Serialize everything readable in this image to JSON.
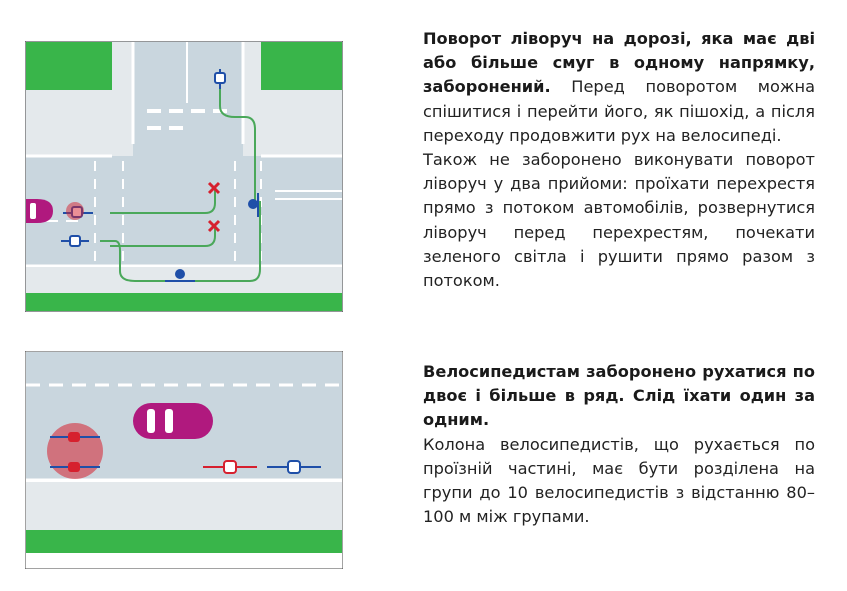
{
  "block1": {
    "bold": "Поворот ліворуч на дорозі, яка має дві або більше смуг в одному напрямку, заборонений.",
    "text1": " Перед поворотом можна спішитися і перейти його, як пішохід, а після переходу продовжити рух на велосипеді.",
    "text2": "Також не заборонено виконувати поворот ліворуч у два прийоми: проїхати перехрестя прямо з потоком автомобілів, розвернутися ліворуч перед перехрестям, почекати зеленого світла і рушити прямо разом з потоком."
  },
  "block2": {
    "bold": "Велосипедистам заборонено рухатися по двоє і більше в ряд. Слід їхати один за одним.",
    "text": "Колона велосипедистів, що рухається по проїзній частині, має бути розділена на групи до 10 велосипедистів з відстанню 80–100 м між групами."
  },
  "colors": {
    "grass": "#39b54a",
    "road": "#c9d6de",
    "sidewalk": "#e4e9ec",
    "route": "#4aa85a",
    "cyclist": "#1f4fa8",
    "forbidden": "#d6202e",
    "car": "#b0197e"
  }
}
